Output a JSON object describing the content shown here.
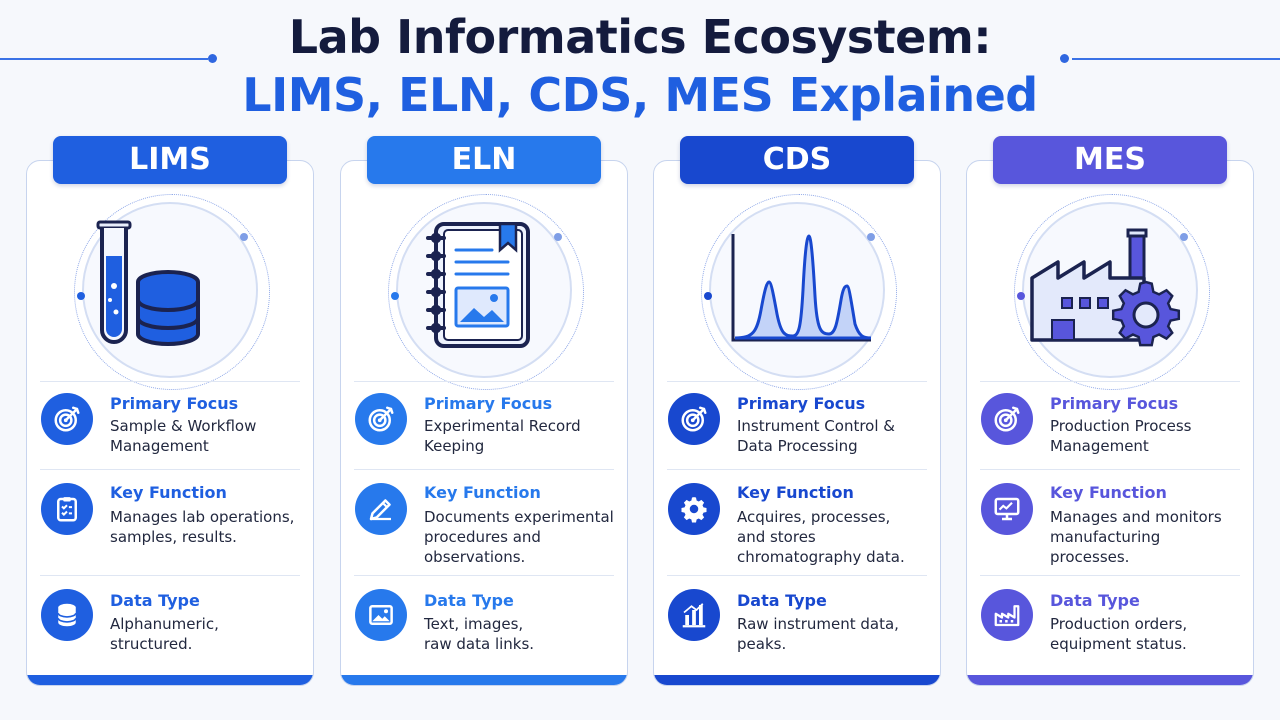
{
  "title": {
    "line1": "Lab Informatics Ecosystem:",
    "line2": "LIMS, ELN, CDS, MES Explained"
  },
  "labels": {
    "primary_focus": "Primary Focus",
    "key_function": "Key Function",
    "data_type": "Data Type"
  },
  "cards": [
    {
      "name": "LIMS",
      "color": "#1f5fe0",
      "primary_focus": [
        "Sample & Workflow",
        "Management"
      ],
      "key_function": [
        "Manages lab operations,",
        "samples, results."
      ],
      "data_type": [
        "Alphanumeric,",
        "structured."
      ],
      "icons": [
        "test-tube-database-icon",
        "target-icon",
        "clipboard-icon",
        "database-icon"
      ]
    },
    {
      "name": "ELN",
      "color": "#2779ec",
      "primary_focus": [
        "Experimental Record",
        "Keeping"
      ],
      "key_function": [
        "Documents experimental",
        "procedures and",
        "observations."
      ],
      "data_type": [
        "Text, images,",
        "raw data links."
      ],
      "icons": [
        "notebook-icon",
        "target-icon",
        "pencil-icon",
        "image-icon"
      ]
    },
    {
      "name": "CDS",
      "color": "#1848cf",
      "primary_focus": [
        "Instrument Control &",
        "Data Processing"
      ],
      "key_function": [
        "Acquires, processes,",
        "and stores",
        "chromatography data."
      ],
      "data_type": [
        "Raw instrument data,",
        "peaks."
      ],
      "icons": [
        "chromatogram-icon",
        "target-icon",
        "gear-icon",
        "bar-chart-icon"
      ]
    },
    {
      "name": "MES",
      "color": "#5856dc",
      "primary_focus": [
        "Production Process",
        "Management"
      ],
      "key_function": [
        "Manages and monitors",
        "manufacturing",
        "processes."
      ],
      "data_type": [
        "Production orders,",
        "equipment status."
      ],
      "icons": [
        "factory-gear-icon",
        "target-icon",
        "monitor-icon",
        "factory-icon"
      ]
    }
  ]
}
